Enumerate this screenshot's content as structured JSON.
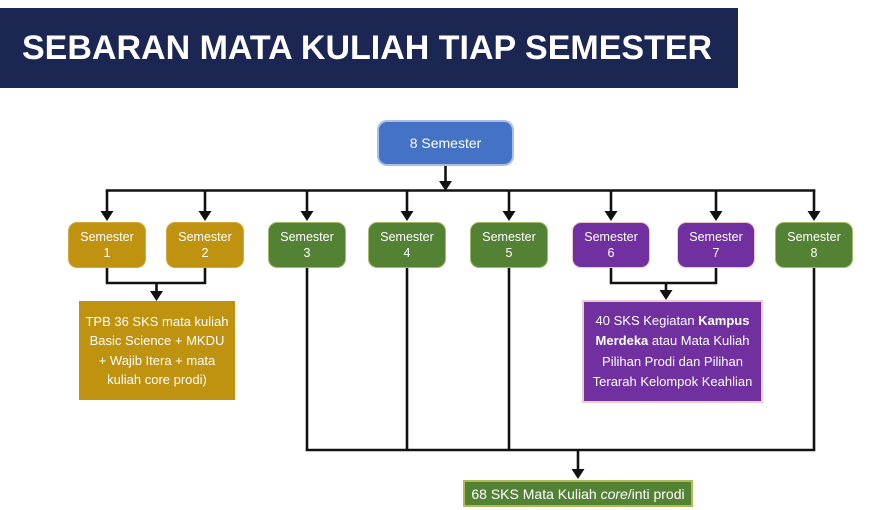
{
  "header": {
    "title": "SEBARAN MATA KULIAH TIAP SEMESTER"
  },
  "flowchart": {
    "root": {
      "label": "8 Semester"
    },
    "semesters": [
      {
        "label": "Semester",
        "number": "1",
        "color": "gold"
      },
      {
        "label": "Semester",
        "number": "2",
        "color": "gold"
      },
      {
        "label": "Semester",
        "number": "3",
        "color": "green"
      },
      {
        "label": "Semester",
        "number": "4",
        "color": "green"
      },
      {
        "label": "Semester",
        "number": "5",
        "color": "green"
      },
      {
        "label": "Semester",
        "number": "6",
        "color": "purple"
      },
      {
        "label": "Semester",
        "number": "7",
        "color": "purple"
      },
      {
        "label": "Semester",
        "number": "8",
        "color": "green"
      }
    ],
    "tpb_box": {
      "text": "TPB 36 SKS mata kuliah Basic Science + MKDU + Wajib Itera + mata kuliah core prodi)"
    },
    "merdeka_box": {
      "prefix": "40 SKS Kegiatan ",
      "bold": "Kampus Merdeka",
      "suffix": " atau Mata Kuliah Pilihan Prodi dan Pilihan Terarah Kelompok Keahlian"
    },
    "core_box": {
      "prefix": "68 SKS Mata Kuliah ",
      "italic": "core",
      "suffix": "/inti prodi"
    },
    "colors": {
      "root": "#4472C4",
      "gold": "#BF9210",
      "green": "#548235",
      "purple": "#7030A0",
      "header": "#1B2653",
      "connector": "#121212"
    }
  }
}
